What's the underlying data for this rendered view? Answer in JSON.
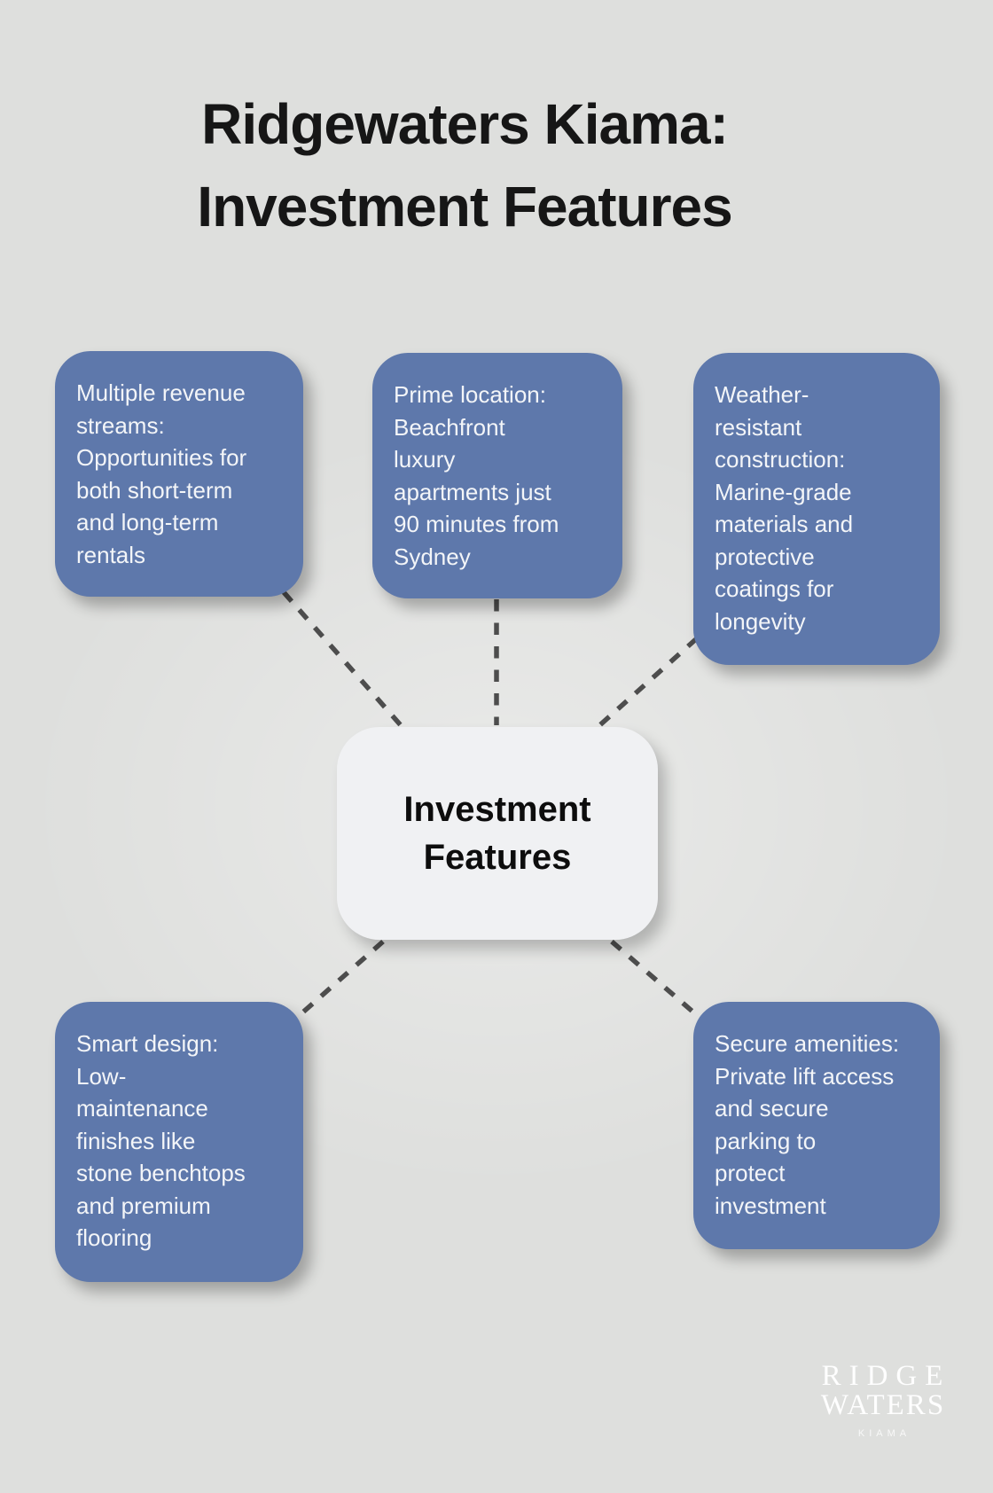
{
  "title": {
    "text": "Ridgewaters Kiama:\nInvestment Features"
  },
  "diagram": {
    "center": {
      "label": "Investment\nFeatures"
    },
    "nodes": [
      {
        "id": "revenue-streams",
        "label": "Multiple revenue\nstreams:\nOpportunities for\nboth short-term\nand long-term\nrentals"
      },
      {
        "id": "prime-location",
        "label": "Prime location:\nBeachfront\nluxury\napartments just\n90 minutes from\nSydney"
      },
      {
        "id": "weather-resistant",
        "label": "Weather-\nresistant\nconstruction:\nMarine-grade\nmaterials and\nprotective\ncoatings for\nlongevity"
      },
      {
        "id": "smart-design",
        "label": "Smart design:\nLow-\nmaintenance\nfinishes like\nstone benchtops\nand premium\nflooring"
      },
      {
        "id": "secure-amenities",
        "label": "Secure amenities:\nPrivate lift access\nand secure\nparking to\nprotect\ninvestment"
      }
    ]
  },
  "logo": {
    "line1": "RIDGE",
    "line2": "WATERS",
    "tagline": "KIAMA"
  },
  "colors": {
    "background": "#dedfdd",
    "node_fill": "#5e78ab",
    "node_text": "#f3f5f8",
    "center_fill": "#f0f1f3",
    "connector": "#4d4d4d",
    "title_text": "#161616"
  }
}
